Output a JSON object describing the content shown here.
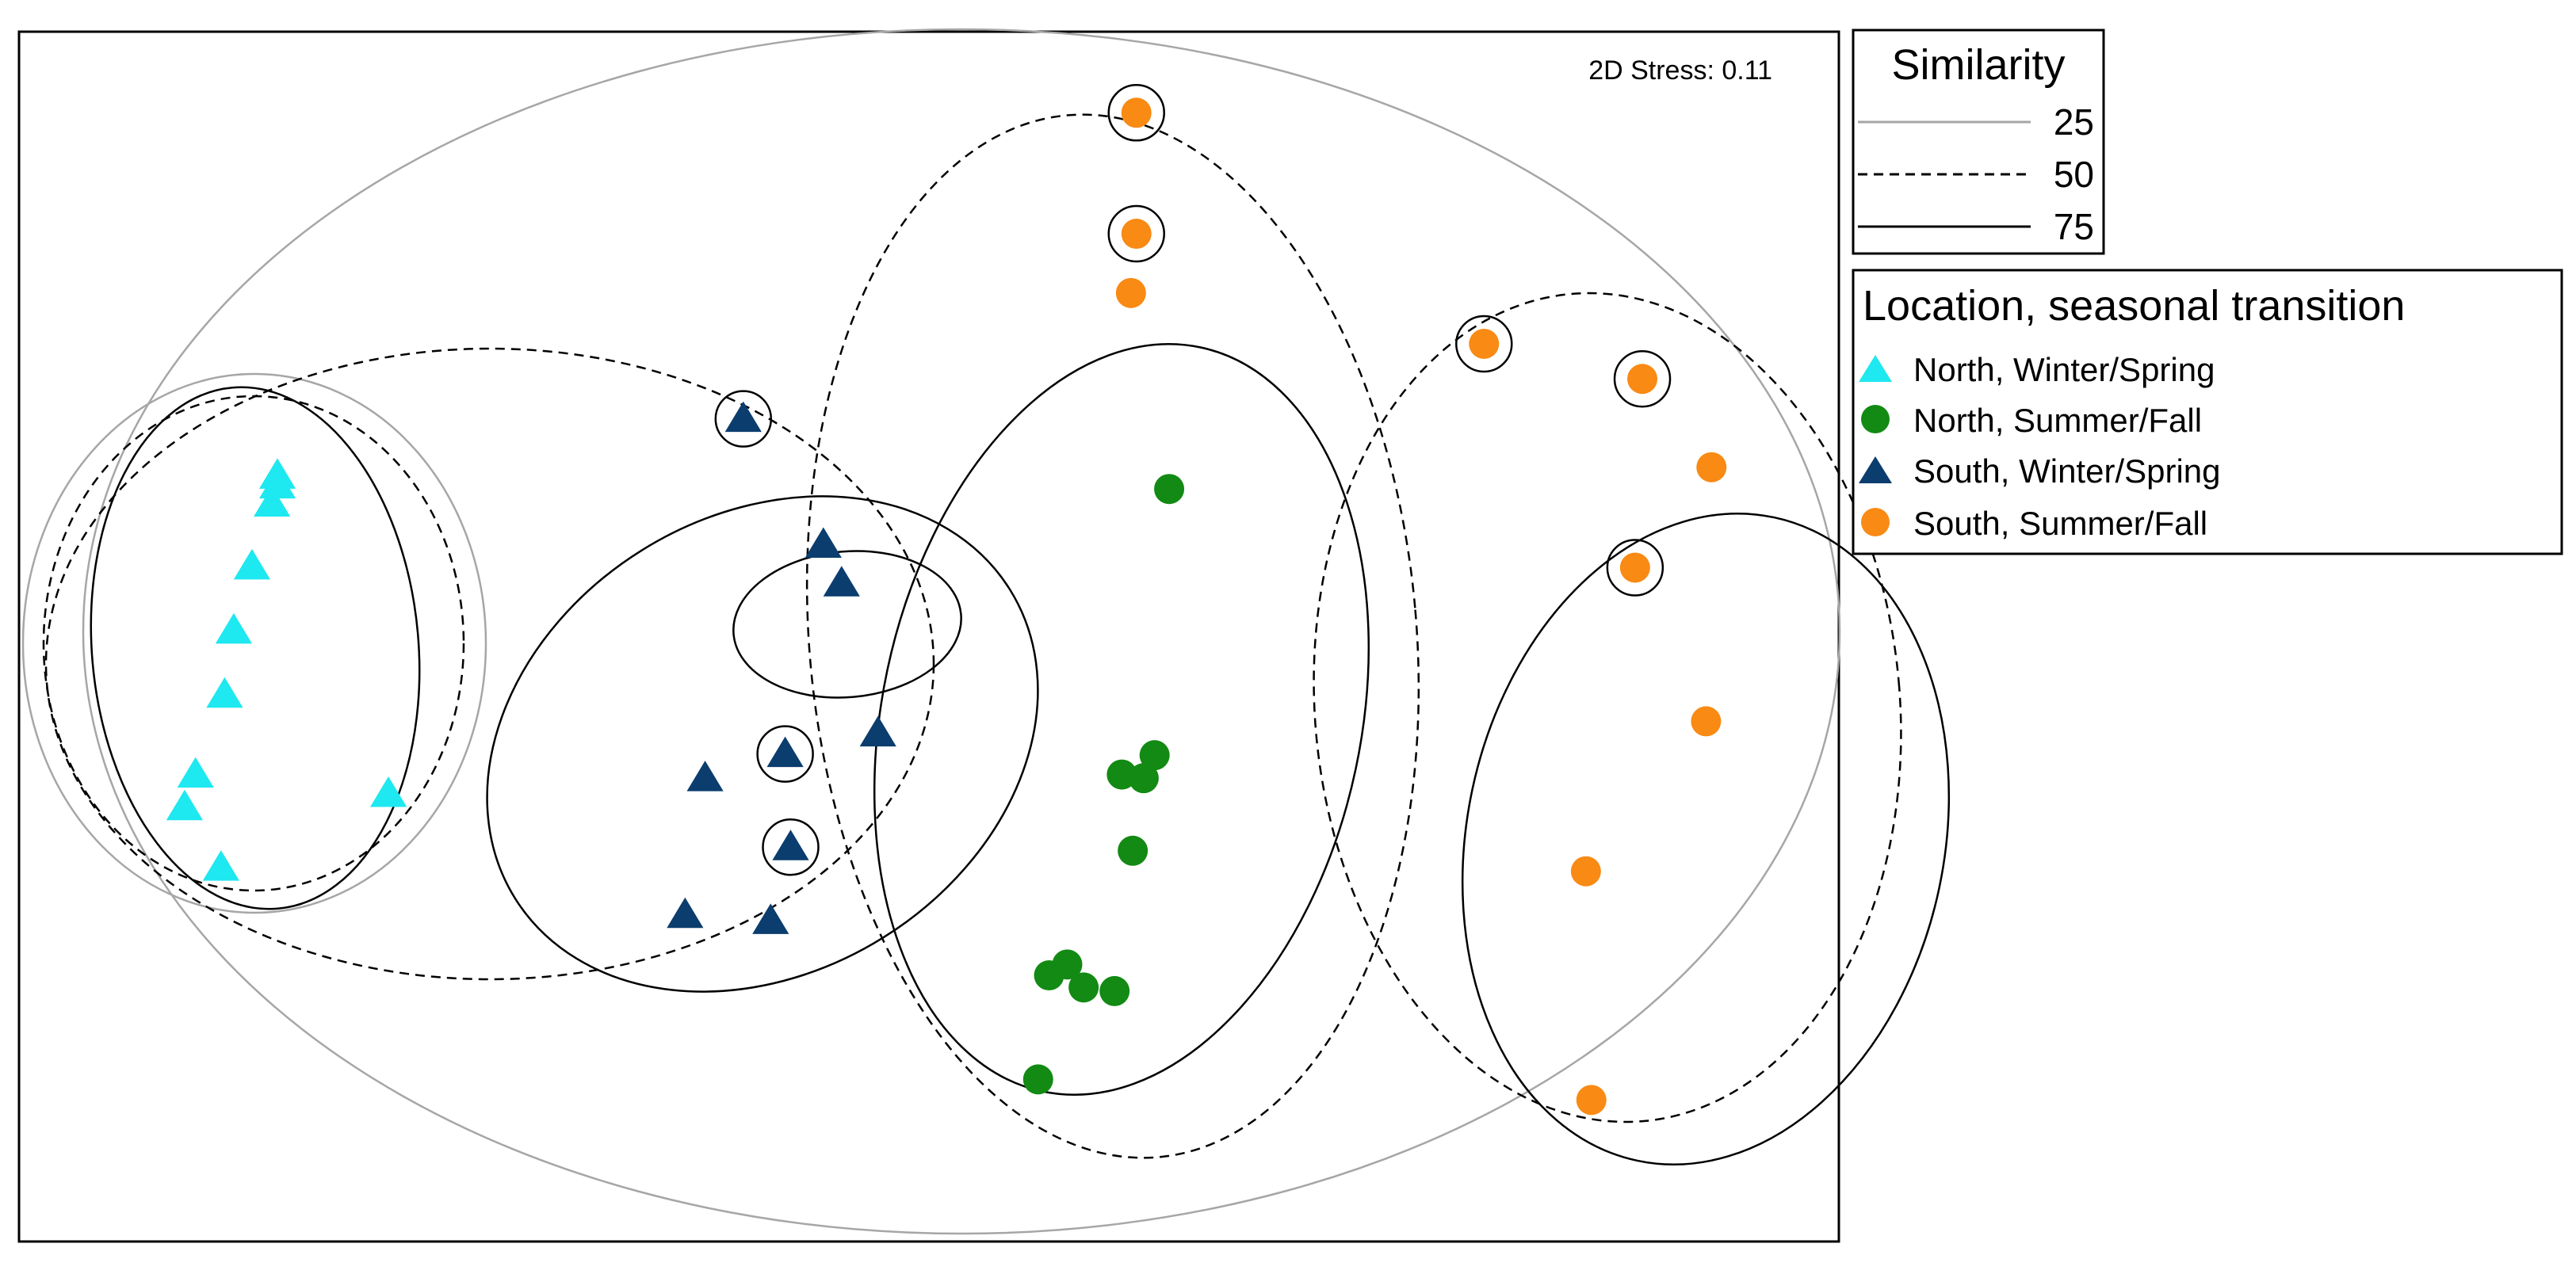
{
  "chart_data": {
    "type": "scatter",
    "title": "",
    "stress_label": "2D Stress: 0.11",
    "xlabel": "",
    "ylabel": "",
    "grid": false,
    "legend_similarity": {
      "title": "Similarity",
      "placement": "top-right, outside plot",
      "entries": [
        {
          "label": "25",
          "style": "solid-grey"
        },
        {
          "label": "50",
          "style": "dashed"
        },
        {
          "label": "75",
          "style": "solid-black"
        }
      ]
    },
    "legend_groups": {
      "title": "Location, seasonal transition",
      "placement": "right, outside plot",
      "entries": [
        {
          "label": "North, Winter/Spring",
          "marker": "triangle",
          "color": "#1EE8F0"
        },
        {
          "label": "North, Summer/Fall",
          "marker": "circle",
          "color": "#138A13"
        },
        {
          "label": "South, Winter/Spring",
          "marker": "triangle",
          "color": "#0B3D6E"
        },
        {
          "label": "South, Summer/Fall",
          "marker": "circle",
          "color": "#F98A14"
        }
      ]
    },
    "series": [
      {
        "name": "North, Winter/Spring",
        "marker": "triangle",
        "color": "#1EE8F0",
        "points": [
          {
            "x": 0.142,
            "y": 0.633
          },
          {
            "x": 0.142,
            "y": 0.625
          },
          {
            "x": 0.139,
            "y": 0.61
          },
          {
            "x": 0.128,
            "y": 0.558
          },
          {
            "x": 0.118,
            "y": 0.505
          },
          {
            "x": 0.113,
            "y": 0.452
          },
          {
            "x": 0.097,
            "y": 0.386
          },
          {
            "x": 0.091,
            "y": 0.359
          },
          {
            "x": 0.111,
            "y": 0.309
          },
          {
            "x": 0.203,
            "y": 0.37
          }
        ]
      },
      {
        "name": "North, Summer/Fall",
        "marker": "circle",
        "color": "#138A13",
        "points": [
          {
            "x": 0.632,
            "y": 0.622
          },
          {
            "x": 0.624,
            "y": 0.402
          },
          {
            "x": 0.606,
            "y": 0.386
          },
          {
            "x": 0.618,
            "y": 0.383
          },
          {
            "x": 0.612,
            "y": 0.323
          },
          {
            "x": 0.576,
            "y": 0.229
          },
          {
            "x": 0.566,
            "y": 0.22
          },
          {
            "x": 0.585,
            "y": 0.21
          },
          {
            "x": 0.602,
            "y": 0.207
          },
          {
            "x": 0.56,
            "y": 0.134
          }
        ]
      },
      {
        "name": "South, Winter/Spring",
        "marker": "triangle",
        "color": "#0B3D6E",
        "points": [
          {
            "x": 0.398,
            "y": 0.68,
            "ring": true
          },
          {
            "x": 0.442,
            "y": 0.576
          },
          {
            "x": 0.452,
            "y": 0.544
          },
          {
            "x": 0.472,
            "y": 0.42
          },
          {
            "x": 0.421,
            "y": 0.403,
            "ring": true
          },
          {
            "x": 0.377,
            "y": 0.383
          },
          {
            "x": 0.424,
            "y": 0.326,
            "ring": true
          },
          {
            "x": 0.366,
            "y": 0.27
          },
          {
            "x": 0.413,
            "y": 0.265
          }
        ]
      },
      {
        "name": "South, Summer/Fall",
        "marker": "circle",
        "color": "#F98A14",
        "points": [
          {
            "x": 0.614,
            "y": 0.933,
            "ring": true
          },
          {
            "x": 0.614,
            "y": 0.833,
            "ring": true
          },
          {
            "x": 0.611,
            "y": 0.784
          },
          {
            "x": 0.805,
            "y": 0.742,
            "ring": true
          },
          {
            "x": 0.892,
            "y": 0.713,
            "ring": true
          },
          {
            "x": 0.93,
            "y": 0.64
          },
          {
            "x": 0.888,
            "y": 0.557,
            "ring": true
          },
          {
            "x": 0.927,
            "y": 0.43
          },
          {
            "x": 0.861,
            "y": 0.306
          },
          {
            "x": 0.864,
            "y": 0.117
          }
        ]
      }
    ]
  }
}
